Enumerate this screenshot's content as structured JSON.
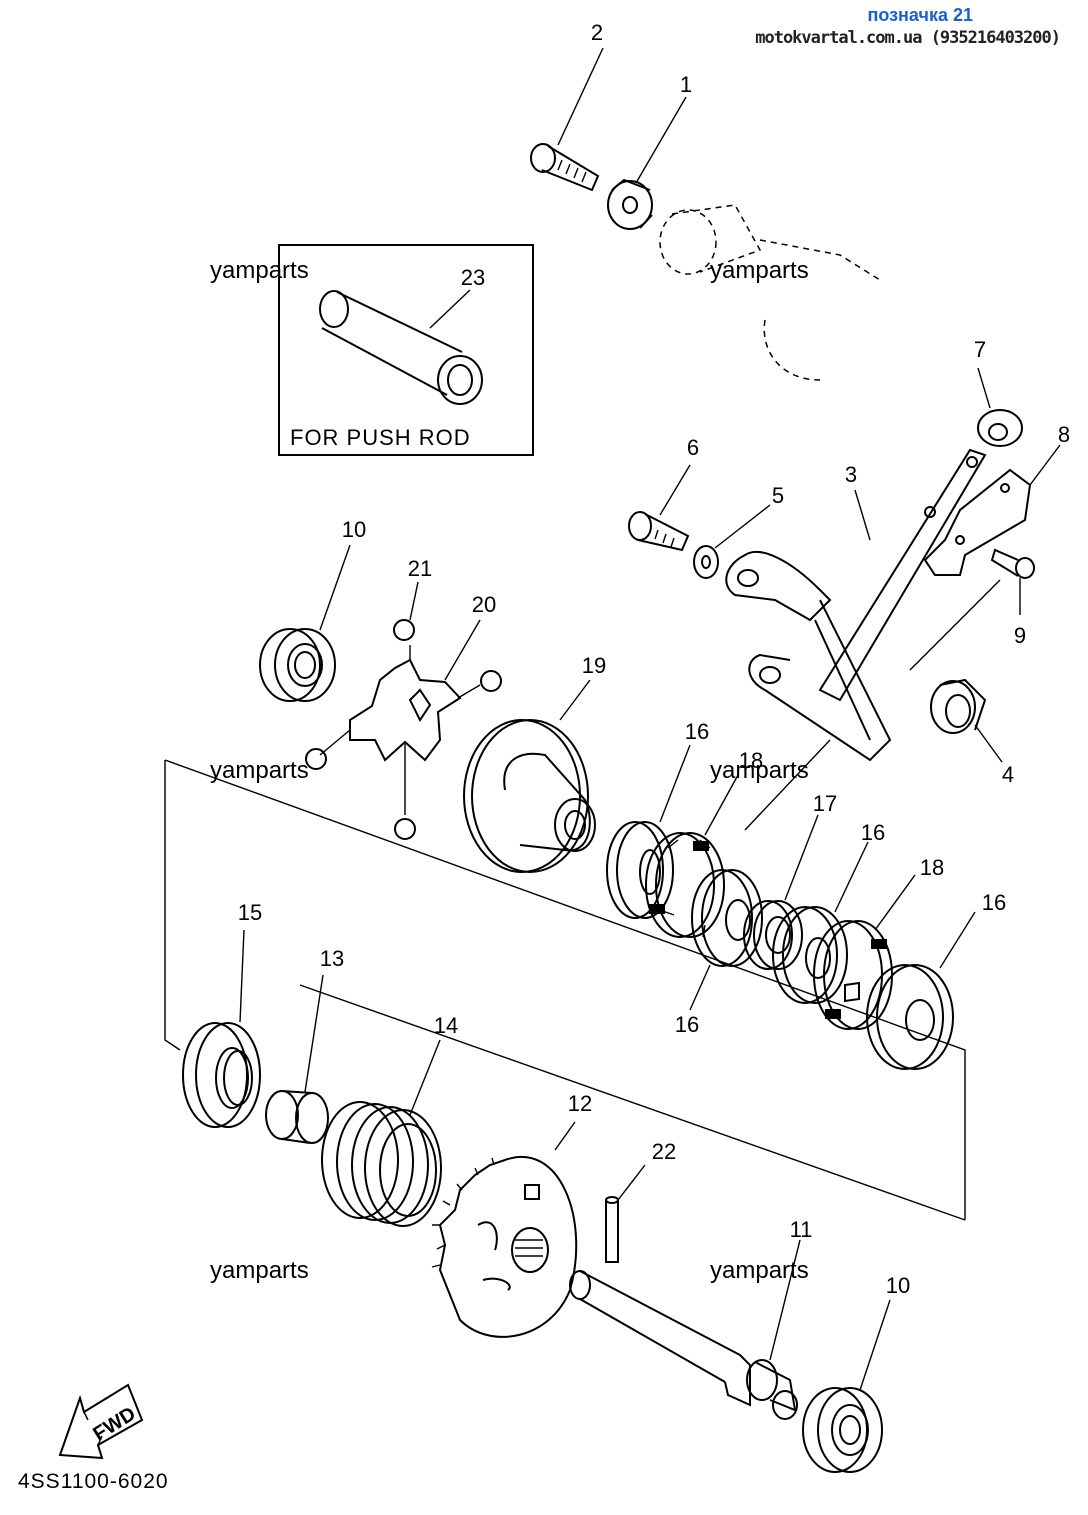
{
  "header": {
    "label": "позначка 21",
    "site": "motokvartal.com.ua (935216403200)"
  },
  "watermark": "yamparts",
  "inset_box": {
    "caption": "FOR PUSH ROD"
  },
  "fwd_arrow_label": "FWD",
  "diagram_code": "4SS1100-6020",
  "callouts": [
    "1",
    "2",
    "3",
    "4",
    "5",
    "6",
    "7",
    "8",
    "9",
    "10",
    "10",
    "11",
    "12",
    "13",
    "14",
    "15",
    "16",
    "16",
    "16",
    "16",
    "17",
    "18",
    "18",
    "19",
    "20",
    "21",
    "22",
    "23"
  ]
}
